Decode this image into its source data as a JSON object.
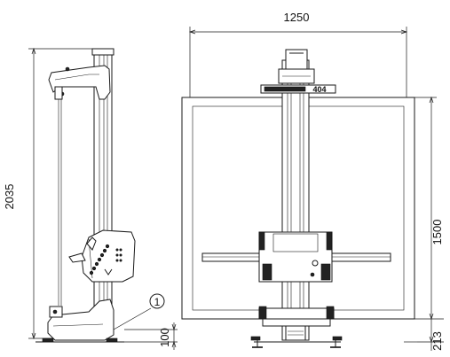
{
  "dimensions": {
    "width_top": "1250",
    "height_left": "2035",
    "height_right": "1500",
    "base_right": "213",
    "base_left": "100"
  },
  "callout": {
    "number": "1"
  },
  "machine": {
    "model_plate": "404"
  }
}
